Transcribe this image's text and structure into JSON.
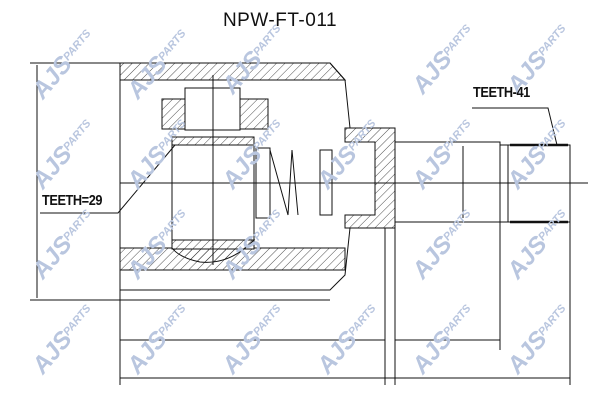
{
  "title": "NPW-FT-011",
  "labels": {
    "teeth_left": "TEETH=29",
    "teeth_right": "TEETH-41"
  },
  "watermark": {
    "brand": "AJS",
    "suffix": "PARTS"
  },
  "colors": {
    "line": "#111111",
    "watermark": "#b9c6df"
  }
}
